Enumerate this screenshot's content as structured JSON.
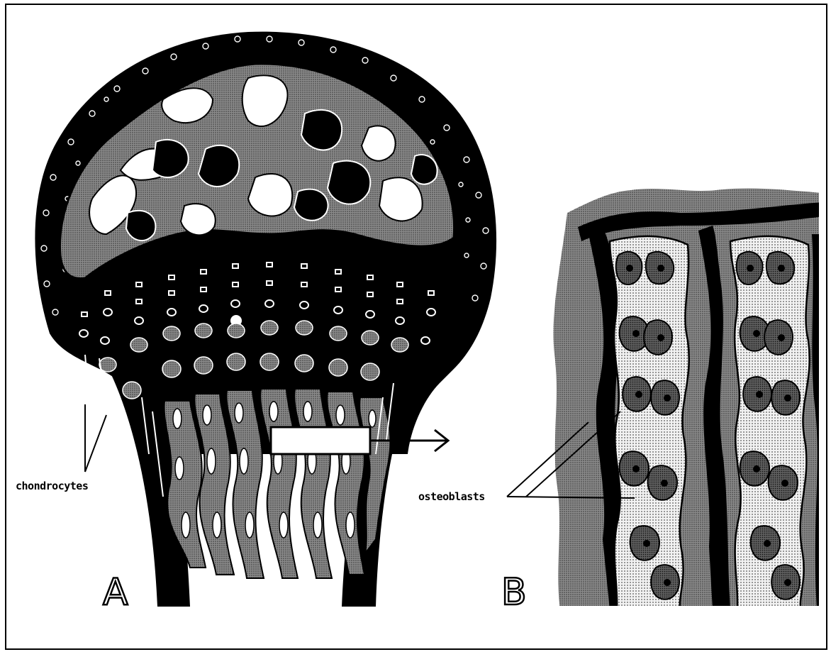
{
  "figure": {
    "panel_a_letter": "A",
    "panel_b_letter": "B",
    "label_chondrocytes": "chondrocytes",
    "label_osteoblasts": "osteoblasts"
  },
  "colors": {
    "ink": "#000000",
    "paper": "#ffffff",
    "matrix_gray": "#6e6e6e",
    "light_stipple": "#e6e6e6"
  }
}
